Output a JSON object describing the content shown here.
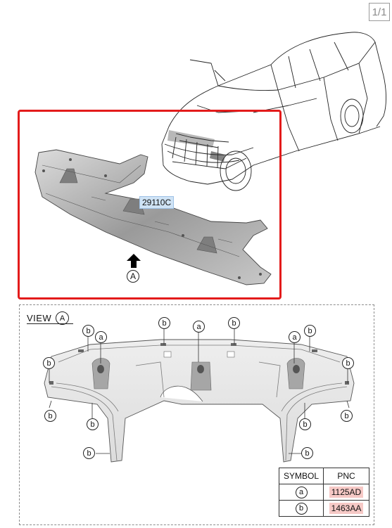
{
  "page_indicator": "1/1",
  "main_part_label": "29110C",
  "view_marker": "A",
  "view_title": "VIEW",
  "callout_letters": {
    "a": "a",
    "b": "b"
  },
  "table": {
    "headers": [
      "SYMBOL",
      "PNC"
    ],
    "rows": [
      {
        "symbol": "a",
        "pnc": "1125AD"
      },
      {
        "symbol": "b",
        "pnc": "1463AA"
      }
    ]
  },
  "colors": {
    "callout_box": "#e31b1b",
    "pnc_highlight_blue": "#cfe3f5",
    "pnc_highlight_red": "#f6c9c6"
  },
  "icons": [
    "up-arrow-icon",
    "circle-letter-icon"
  ]
}
